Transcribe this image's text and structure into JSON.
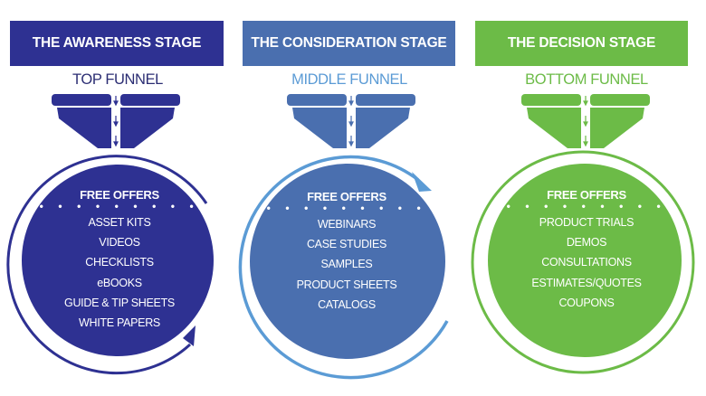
{
  "stages": [
    {
      "header": "THE AWARENESS STAGE",
      "funnel_label": "TOP FUNNEL",
      "offers_title": "FREE OFFERS",
      "dots": "• • • • • • • • •",
      "offers": [
        "ASSET KITS",
        "VIDEOS",
        "CHECKLISTS",
        "eBOOKS",
        "GUIDE & TIP SHEETS",
        "WHITE PAPERS"
      ],
      "colors": {
        "header_bg": "#2E3192",
        "label": "#2B2D73",
        "funnel": "#2E3192",
        "circle": "#2E3192",
        "ring": "#2E3192"
      },
      "ring_style": "arc-arrow-bottom-right"
    },
    {
      "header": "THE CONSIDERATION STAGE",
      "funnel_label": "MIDDLE FUNNEL",
      "offers_title": "FREE OFFERS",
      "dots": "• • • • • • • • •",
      "offers": [
        "WEBINARS",
        "CASE STUDIES",
        "SAMPLES",
        "PRODUCT SHEETS",
        "CATALOGS"
      ],
      "colors": {
        "header_bg": "#4A6FAF",
        "label": "#5B9BD5",
        "funnel": "#4A6FAF",
        "circle": "#4A6FAF",
        "ring": "#5B9BD5"
      },
      "ring_style": "arc-arrow-top-right"
    },
    {
      "header": "THE DECISION STAGE",
      "funnel_label": "BOTTOM FUNNEL",
      "offers_title": "FREE OFFERS",
      "dots": "• • • • • • • • •",
      "offers": [
        "PRODUCT TRIALS",
        "DEMOS",
        "CONSULTATIONS",
        "ESTIMATES/QUOTES",
        "COUPONS"
      ],
      "colors": {
        "header_bg": "#6CBB47",
        "label": "#6CBB47",
        "funnel": "#6CBB47",
        "circle": "#6CBB47",
        "ring": "#6CBB47"
      },
      "ring_style": "full-ring"
    }
  ],
  "icons": {
    "funnel": "funnel-icon",
    "down_arrow": "down-arrow-icon",
    "cycle_arrow": "cycle-arrow-icon"
  }
}
